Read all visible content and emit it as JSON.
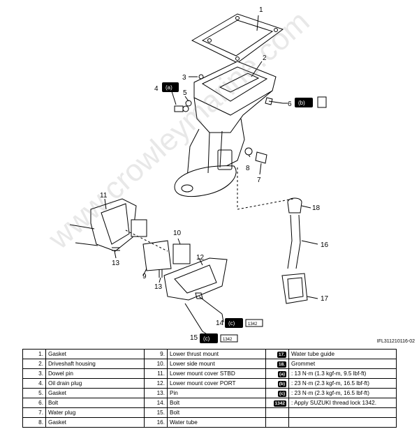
{
  "callouts": {
    "c1": "1",
    "c2": "2",
    "c3": "3",
    "c4": "4",
    "c5": "5",
    "c6": "6",
    "c7": "7",
    "c8": "8",
    "c9": "9",
    "c10": "10",
    "c11": "11",
    "c12": "12",
    "c13a": "13",
    "c13b": "13",
    "c14": "14",
    "c15": "15",
    "c16": "16",
    "c17": "17",
    "c18": "18"
  },
  "torque_marks": {
    "a": "(a)",
    "b": "(b)",
    "c": "(c)",
    "thread_lock": "1342"
  },
  "figure_id": "IFL311210116-02",
  "watermark": "www.crowleymarine.com",
  "legend": [
    {
      "n1": "1.",
      "t1": "Gasket",
      "n2": "9.",
      "t2": "Lower thrust mount",
      "n3": "17.",
      "t3": "Water tube guide"
    },
    {
      "n1": "2.",
      "t1": "Driveshaft housing",
      "n2": "10.",
      "t2": "Lower side mount",
      "n3": "18.",
      "t3": "Grommet"
    },
    {
      "n1": "3.",
      "t1": "Dowel pin",
      "n2": "11.",
      "t2": "Lower mount cover STBD",
      "n3": "(a)",
      "t3": ": 13 N·m (1.3 kgf-m, 9.5 lbf-ft)"
    },
    {
      "n1": "4.",
      "t1": "Oil drain plug",
      "n2": "12.",
      "t2": "Lower mount cover PORT",
      "n3": "(b)",
      "t3": ": 23 N·m (2.3 kgf-m, 16.5 lbf-ft)"
    },
    {
      "n1": "5.",
      "t1": "Gasket",
      "n2": "13.",
      "t2": "Pin",
      "n3": "(c)",
      "t3": ": 23 N·m (2.3 kgf-m, 16.5 lbf-ft)"
    },
    {
      "n1": "6.",
      "t1": "Bolt",
      "n2": "14.",
      "t2": "Bolt",
      "n3": "1342",
      "t3": ": Apply SUZUKI thread lock 1342."
    },
    {
      "n1": "7.",
      "t1": "Water plug",
      "n2": "15.",
      "t2": "Bolt",
      "n3": "",
      "t3": ""
    },
    {
      "n1": "8.",
      "t1": "Gasket",
      "n2": "16.",
      "t2": "Water tube",
      "n3": "",
      "t3": ""
    }
  ]
}
